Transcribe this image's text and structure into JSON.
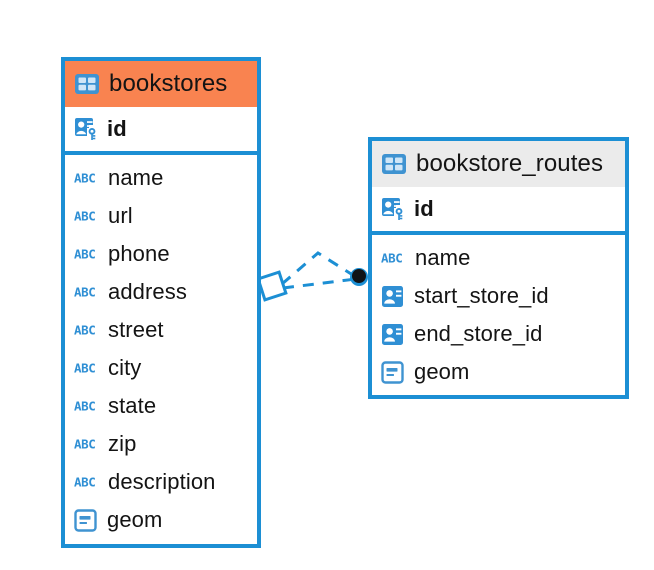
{
  "diagram": {
    "kind": "entity-relationship-diagram",
    "background": "#ffffff",
    "accent_blue": "#1c8fd4",
    "header_orange": "#f98350",
    "header_grey": "#ebebeb",
    "text_color": "#141414"
  },
  "entities": [
    {
      "name": "bookstores",
      "header_style": "orange",
      "header_icon": "table-icon",
      "primary_keys": [
        {
          "label": "id",
          "icon": "primary-key-icon",
          "type": "pk"
        }
      ],
      "fields": [
        {
          "label": "name",
          "icon": "abc-text-icon",
          "type": "text"
        },
        {
          "label": "url",
          "icon": "abc-text-icon",
          "type": "text"
        },
        {
          "label": "phone",
          "icon": "abc-text-icon",
          "type": "text"
        },
        {
          "label": "address",
          "icon": "abc-text-icon",
          "type": "text"
        },
        {
          "label": "street",
          "icon": "abc-text-icon",
          "type": "text"
        },
        {
          "label": "city",
          "icon": "abc-text-icon",
          "type": "text"
        },
        {
          "label": "state",
          "icon": "abc-text-icon",
          "type": "text"
        },
        {
          "label": "zip",
          "icon": "abc-text-icon",
          "type": "text"
        },
        {
          "label": "description",
          "icon": "abc-text-icon",
          "type": "text"
        },
        {
          "label": "geom",
          "icon": "geometry-icon",
          "type": "geometry"
        }
      ]
    },
    {
      "name": "bookstore_routes",
      "header_style": "grey",
      "header_icon": "table-icon",
      "primary_keys": [
        {
          "label": "id",
          "icon": "primary-key-icon",
          "type": "pk"
        }
      ],
      "fields": [
        {
          "label": "name",
          "icon": "abc-text-icon",
          "type": "text"
        },
        {
          "label": "start_store_id",
          "icon": "foreign-key-icon",
          "type": "fk"
        },
        {
          "label": "end_store_id",
          "icon": "foreign-key-icon",
          "type": "fk"
        },
        {
          "label": "geom",
          "icon": "geometry-icon",
          "type": "geometry"
        }
      ]
    }
  ],
  "relationship": {
    "style": "dashed",
    "color": "#1c8fd4",
    "source_entity": "bookstores",
    "target_entity": "bookstore_routes",
    "source_marker": "diamond-outline-marker",
    "target_marker": "filled-circle-marker",
    "edge_count": 2
  }
}
